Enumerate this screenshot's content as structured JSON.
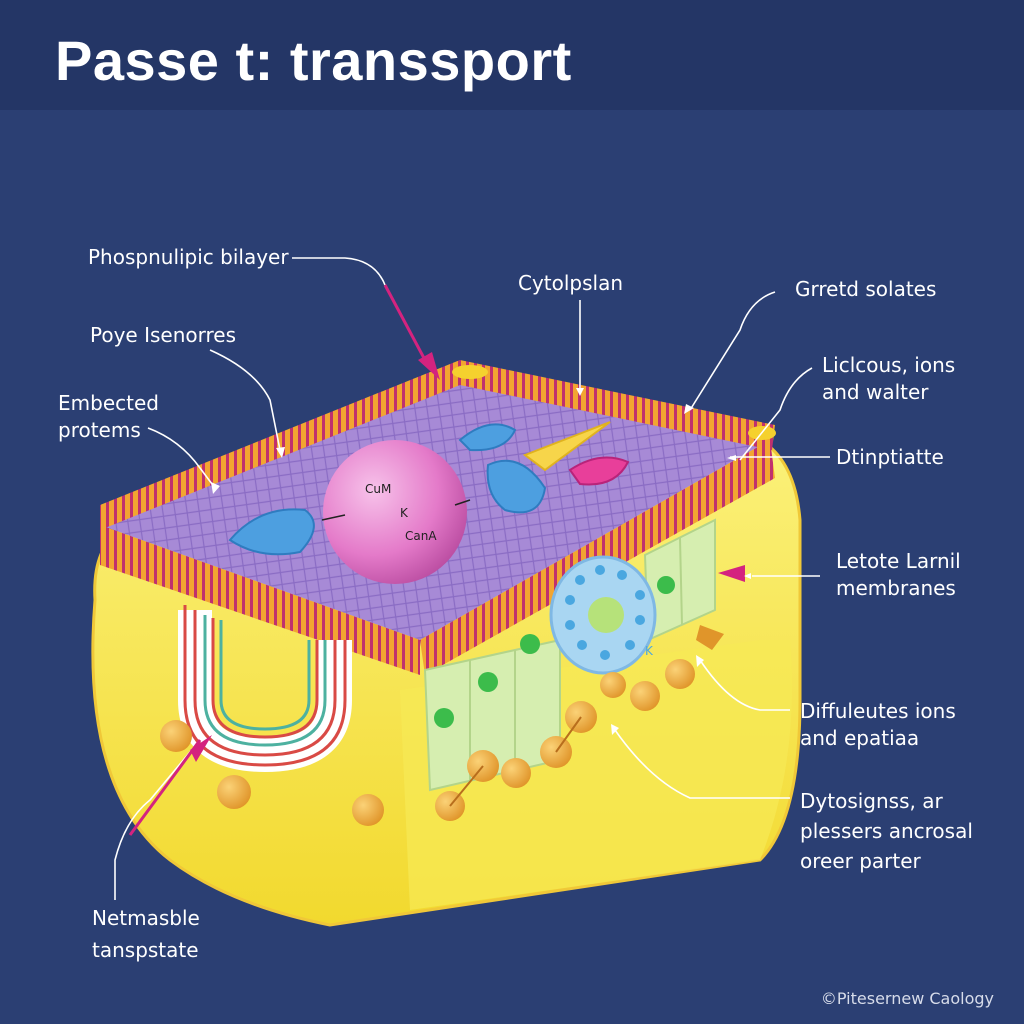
{
  "title": "Passe t: transsport",
  "labels": {
    "phospholipid": "Phospnulipic bilayer",
    "cytoplasm": "Cytolpslan",
    "gated_solutes": "Grretd solates",
    "pore_sensors": "Poye Isenorres",
    "embedded_proteins": [
      "Embected",
      "protems"
    ],
    "lipophilic": [
      "Liclcous, ions",
      "and walter"
    ],
    "dtinptiatte": "Dtinptiatte",
    "lateral_membranes": [
      "Letote Larnil",
      "membranes"
    ],
    "diffuses": [
      "Diffuleutes ions",
      "and epatiaa"
    ],
    "dytosigns": [
      "Dytosignss, ar",
      "plessers ancrosal",
      "oreer parter"
    ],
    "netmasable": [
      "Netmasble",
      "tanspstate"
    ]
  },
  "sphere_marks": [
    "CuM",
    "K",
    "CanA"
  ],
  "ion_mark": "K",
  "footer": "©Pitesernew Caology",
  "colors": {
    "background": "#2b3f73",
    "cell_yellow": "#f5e64a",
    "membrane_orange": "#f2a531",
    "membrane_magenta": "#c0306e",
    "surface_lavender": "#a88ad6",
    "sphere_pink": "#e47ac9",
    "protein_blue": "#4d9fe0",
    "arrow_magenta": "#d4237f"
  }
}
